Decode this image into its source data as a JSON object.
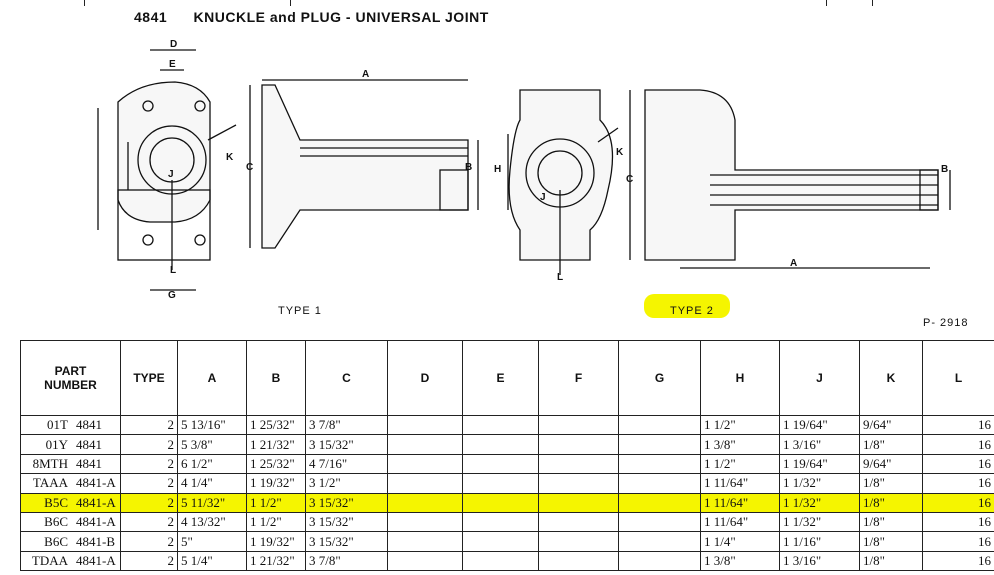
{
  "header": {
    "code": "4841",
    "title": "KNUCKLE and PLUG - UNIVERSAL JOINT"
  },
  "diagram": {
    "type1_label": "TYPE 1",
    "type2_label": "TYPE 2",
    "reference": "P- 2918",
    "dimension_letters": [
      "A",
      "B",
      "C",
      "D",
      "E",
      "G",
      "H",
      "J",
      "K",
      "L"
    ]
  },
  "table": {
    "columns": [
      "PART NUMBER",
      "TYPE",
      "A",
      "B",
      "C",
      "D",
      "E",
      "F",
      "G",
      "H",
      "J",
      "K",
      "L"
    ],
    "rows": [
      {
        "part": "01T",
        "base": "4841",
        "type": "2",
        "A": "5 13/16\"",
        "B": "1 25/32\"",
        "C": "3 7/8\"",
        "D": "",
        "E": "",
        "F": "",
        "G": "",
        "H": "1 1/2\"",
        "J": "1 19/64\"",
        "K": "9/64\"",
        "L": "16"
      },
      {
        "part": "01Y",
        "base": "4841",
        "type": "2",
        "A": "5 3/8\"",
        "B": "1 21/32\"",
        "C": "3 15/32\"",
        "D": "",
        "E": "",
        "F": "",
        "G": "",
        "H": "1 3/8\"",
        "J": "1 3/16\"",
        "K": "1/8\"",
        "L": "16"
      },
      {
        "part": "8MTH",
        "base": "4841",
        "type": "2",
        "A": "6 1/2\"",
        "B": "1 25/32\"",
        "C": "4 7/16\"",
        "D": "",
        "E": "",
        "F": "",
        "G": "",
        "H": "1 1/2\"",
        "J": "1 19/64\"",
        "K": "9/64\"",
        "L": "16"
      },
      {
        "part": "TAAA",
        "base": "4841-A",
        "type": "2",
        "A": "4 1/4\"",
        "B": "1 19/32\"",
        "C": "3 1/2\"",
        "D": "",
        "E": "",
        "F": "",
        "G": "",
        "H": "1 11/64\"",
        "J": "1 1/32\"",
        "K": "1/8\"",
        "L": "16"
      },
      {
        "part": "B5C",
        "base": "4841-A",
        "type": "2",
        "A": "5 11/32\"",
        "B": "1 1/2\"",
        "C": "3 15/32\"",
        "D": "",
        "E": "",
        "F": "",
        "G": "",
        "H": "1 11/64\"",
        "J": "1 1/32\"",
        "K": "1/8\"",
        "L": "16",
        "highlighted": true
      },
      {
        "part": "B6C",
        "base": "4841-A",
        "type": "2",
        "A": "4 13/32\"",
        "B": "1 1/2\"",
        "C": "3 15/32\"",
        "D": "",
        "E": "",
        "F": "",
        "G": "",
        "H": "1 11/64\"",
        "J": "1 1/32\"",
        "K": "1/8\"",
        "L": "16"
      },
      {
        "part": "B6C",
        "base": "4841-B",
        "type": "2",
        "A": "5\"",
        "B": "1 19/32\"",
        "C": "3 15/32\"",
        "D": "",
        "E": "",
        "F": "",
        "G": "",
        "H": "1 1/4\"",
        "J": "1 1/16\"",
        "K": "1/8\"",
        "L": "16"
      },
      {
        "part": "TDAA",
        "base": "4841-A",
        "type": "2",
        "A": "5 1/4\"",
        "B": "1 21/32\"",
        "C": "3 7/8\"",
        "D": "",
        "E": "",
        "F": "",
        "G": "",
        "H": "1 3/8\"",
        "J": "1 3/16\"",
        "K": "1/8\"",
        "L": "16"
      }
    ]
  },
  "colors": {
    "highlight": "#f5f500",
    "ink": "#111111"
  }
}
